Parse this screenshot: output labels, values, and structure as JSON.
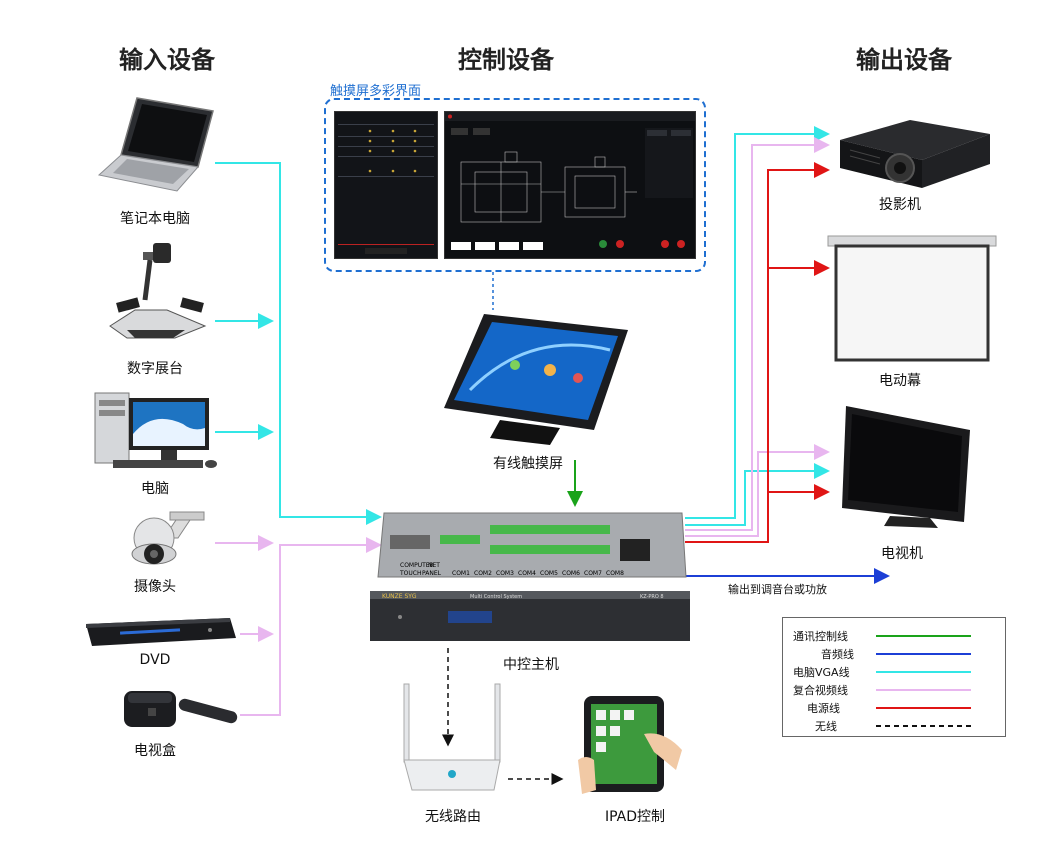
{
  "headings": {
    "input": "输入设备",
    "control": "控制设备",
    "output": "输出设备"
  },
  "touch_screen_ui_label": "触摸屏多彩界面",
  "input_devices": [
    {
      "key": "laptop",
      "label": "笔记本电脑"
    },
    {
      "key": "visualizer",
      "label": "数字展台"
    },
    {
      "key": "pc",
      "label": "电脑"
    },
    {
      "key": "camera",
      "label": "摄像头"
    },
    {
      "key": "dvd",
      "label": "DVD"
    },
    {
      "key": "stb",
      "label": "电视盒"
    }
  ],
  "control_devices": {
    "touch_panel": "有线触摸屏",
    "main_host": "中控主机",
    "router": "无线路由",
    "ipad": "IPAD控制"
  },
  "output_devices": [
    {
      "key": "projector",
      "label": "投影机"
    },
    {
      "key": "screen",
      "label": "电动幕"
    },
    {
      "key": "tv",
      "label": "电视机"
    }
  ],
  "audio_out_label": "输出到调音台或功放",
  "legend": [
    {
      "label": "通讯控制线",
      "color": "#1aa31a",
      "style": "solid"
    },
    {
      "label": "音频线",
      "color": "#1c3fd6",
      "style": "solid"
    },
    {
      "label": "电脑VGA线",
      "color": "#33e6e6",
      "style": "solid"
    },
    {
      "label": "复合视频线",
      "color": "#e8b6ef",
      "style": "solid"
    },
    {
      "label": "电源线",
      "color": "#e01515",
      "style": "solid"
    },
    {
      "label": "无线",
      "color": "#111111",
      "style": "dashed"
    }
  ],
  "host_panel": {
    "brand": "KUNZE SYG",
    "model": "Multi Control System",
    "model_id": "KZ-PRO 8",
    "port_labels": [
      "COMPUTER",
      "NET",
      "TOUCH",
      "PANEL",
      "COM1",
      "COM2",
      "COM3",
      "COM4",
      "COM5",
      "COM6",
      "COM7",
      "COM8"
    ]
  },
  "colors": {
    "vga": "#33e6e6",
    "video": "#e8b6ef",
    "power": "#e01515",
    "control": "#1aa31a",
    "audio": "#1c3fd6",
    "ui_border": "#1f6fd1"
  }
}
